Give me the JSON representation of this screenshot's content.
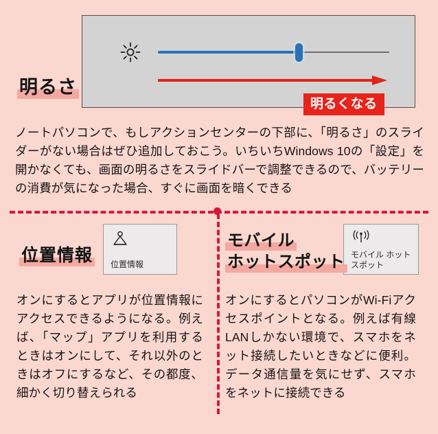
{
  "page": {
    "background_color": "#fad7cf",
    "accent_red": "#d6173c",
    "highlight_pink": "#f3a9a0"
  },
  "brightness_section": {
    "heading": "明るさ",
    "screenshot": {
      "panel_background": "#d3d3d3",
      "brightness_icon": "sun-icon",
      "slider": {
        "value_percent": 61,
        "filled_color": "#2a72b5",
        "track_color": "#6e6e6e",
        "thumb_color": "#2a72b5"
      },
      "annotation_arrow": {
        "direction": "right",
        "color": "#e2231a"
      },
      "annotation_label": "明るくなる",
      "annotation_label_bg": "#e8231b",
      "annotation_label_color": "#ffffff"
    },
    "body": "ノートパソコンで、もしアクションセンターの下部に、「明るさ」のスライダーがない場合はぜひ追加しておこう。いちいちWindows 10の「設定」を開かなくても、画面の明るさをスライドバーで調整できるので、バッテリーの消費が気になった場合、すぐに画面を暗くできる"
  },
  "location_section": {
    "heading": "位置情報",
    "tile": {
      "icon": "location-person-icon",
      "label": "位置情報"
    },
    "body": "オンにするとアプリが位置情報にアクセスできるようになる。例えば、「マップ」アプリを利用するときはオンにして、それ以外のときはオフにするなど、その都度、細かく切り替えられる"
  },
  "hotspot_section": {
    "heading_line1": "モバイル",
    "heading_line2": "ホットスポット",
    "tile": {
      "icon": "broadcast-wifi-icon",
      "label": "モバイル ホットスポット"
    },
    "body": "オンにするとパソコンがWi-Fiアクセスポイントとなる。例えば有線LANしかない環境で、スマホをネット接続したいときなどに便利。データ通信量を気にせず、スマホをネットに接続できる"
  }
}
